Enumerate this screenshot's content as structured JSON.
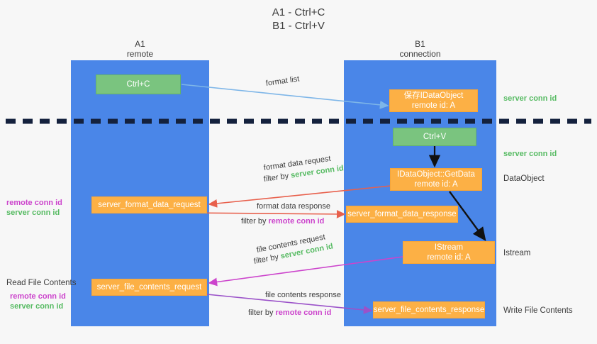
{
  "title": {
    "line1": "A1 - Ctrl+C",
    "line2": "B1 - Ctrl+V"
  },
  "lanes": [
    {
      "name": "A1",
      "role": "remote"
    },
    {
      "name": "B1",
      "role": "connection"
    }
  ],
  "nodes": {
    "ctrl_c": {
      "label": "Ctrl+C"
    },
    "save_dataobject": {
      "label": "保存IDataObject",
      "sub": "remote id: A"
    },
    "ctrl_v": {
      "label": "Ctrl+V"
    },
    "getdata": {
      "label": "IDataObject::GetData",
      "sub": "remote id: A"
    },
    "istream": {
      "label": "IStream",
      "sub": "remote id: A"
    },
    "server_format_data_request": {
      "label": "server_format_data_request"
    },
    "server_format_data_response": {
      "label": "server_format_data_response"
    },
    "server_file_contents_request": {
      "label": "server_file_contents_request"
    },
    "server_file_contents_response": {
      "label": "server_file_contents_response"
    }
  },
  "edge_labels": {
    "format_list": "format list",
    "format_data_request": "format data request",
    "format_data_response": "format data response",
    "file_contents_request": "file contents request",
    "file_contents_response": "file contents response",
    "filter_prefix": "filter by",
    "server_conn_id": "server conn id",
    "remote_conn_id": "remote conn id"
  },
  "annotations": {
    "server_conn_id_top": "server conn id",
    "server_conn_id_mid": "server conn id",
    "dataobject": "DataObject",
    "istream": "Istream",
    "write_file_contents": "Write File Contents",
    "read_file_contents": "Read File Contents",
    "remote_conn_id_left_1": "remote conn id",
    "server_conn_id_left_1": "server conn id",
    "remote_conn_id_left_2": "remote conn id",
    "server_conn_id_left_2": "server conn id"
  },
  "colors": {
    "lane": "#4a86e8",
    "green_node": "#7ac47f",
    "orange_node": "#fcb045",
    "green_text": "#57bb63",
    "magenta_text": "#cc44cc",
    "light_blue_arrow": "#7eb6e8",
    "red_arrow": "#e8604c",
    "magenta_arrow": "#cc44cc",
    "purple_arrow": "#9b52c9",
    "dark_arrow": "#1a1a1a",
    "background": "#f7f7f7"
  }
}
